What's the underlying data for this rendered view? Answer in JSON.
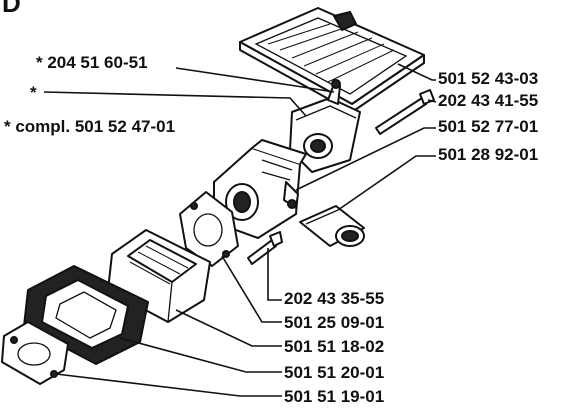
{
  "section_letter": "D",
  "notes": {
    "star_part": "* 204 51 60-51",
    "star_only": "*",
    "compl": "* compl. 501 52 47-01"
  },
  "parts": [
    "501 52 43-03",
    "202 43 41-55",
    "501 52 77-01",
    "501 28 92-01",
    "202 43 35-55",
    "501 25 09-01",
    "501 51 18-02",
    "501 51 20-01",
    "501 51 19-01"
  ]
}
